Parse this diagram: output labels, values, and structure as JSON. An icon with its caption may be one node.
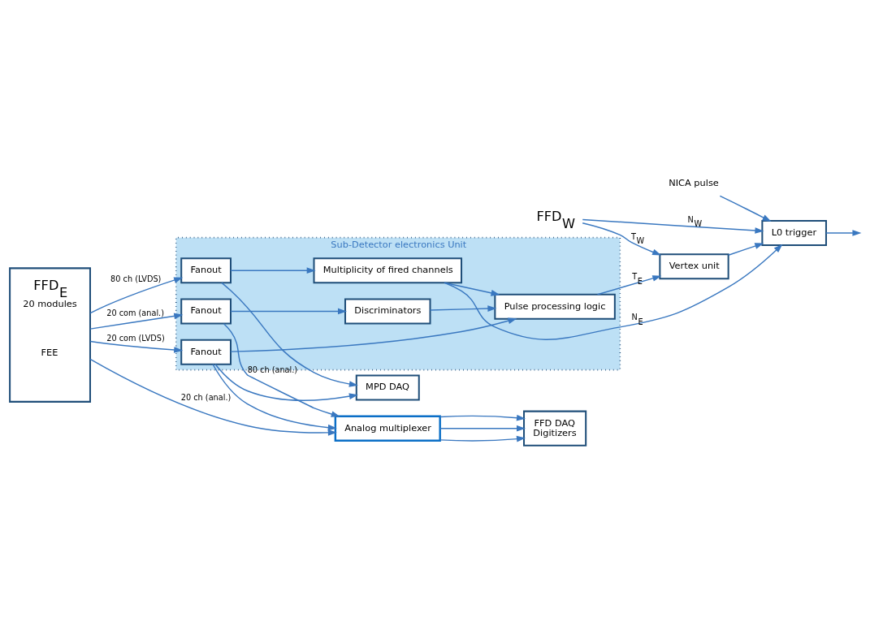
{
  "diagram": {
    "nodes": [
      {
        "text": [
          "Sub-Detector electronics Unit"
        ]
      },
      {
        "text": [
          "FFD$_{E}$",
          "20 modules",
          "FEE"
        ]
      },
      {
        "text": [
          "Fanout"
        ],
        "in": 0
      },
      {
        "text": [
          "Multiplicity of fired channels"
        ],
        "in": 0
      },
      {
        "text": [
          "Fanout"
        ],
        "in": 0
      },
      {
        "text": [
          "Pulse processing logic"
        ],
        "in": 0
      },
      {
        "text": [
          "Fanout"
        ],
        "in": 0
      },
      {
        "text": [
          "Discriminators"
        ],
        "in": 0
      },
      {
        "text": [
          "MPD DAQ"
        ]
      },
      {
        "text": [
          "Analog multiplexer"
        ]
      },
      {
        "text": [
          "Vertex unit"
        ]
      },
      {
        "text": [
          "L0 trigger"
        ]
      },
      {
        "text": [
          "FFD DAQ",
          "Digitizers"
        ]
      },
      {
        "text": [
          "NICA pulse"
        ]
      },
      {
        "text": [
          "FFD$_{W}$"
        ]
      }
    ],
    "edges": [
      {
        "from": 1,
        "to": 2,
        "arrow": "to",
        "label": "80 ch (LVDS)"
      },
      {
        "from": 1,
        "to": 4,
        "arrow": "to",
        "label": "20 com (LVDS)"
      },
      {
        "from": 1,
        "to": 6,
        "arrow": "to",
        "label": "20 com (anal.)"
      },
      {
        "from": 2,
        "to": 3,
        "arrow": "to"
      },
      {
        "from": 2,
        "to": 8,
        "arrow": "to"
      },
      {
        "from": 4,
        "to": 8,
        "arrow": "to"
      },
      {
        "from": 4,
        "to": 5,
        "arrow": "to"
      },
      {
        "from": 6,
        "to": 7,
        "arrow": "to"
      },
      {
        "from": 7,
        "to": 5,
        "arrow": "to"
      },
      {
        "from": 3,
        "to": 5,
        "arrow": "to"
      },
      {
        "from": 3,
        "to": 11,
        "arrow": "to",
        "label": "N$_{E}$"
      },
      {
        "from": 5,
        "to": 10,
        "arrow": "to",
        "label": "T$_{E}$"
      },
      {
        "from": 14,
        "to": 10,
        "arrow": "to",
        "label": "T$_{W}$"
      },
      {
        "from": 14,
        "to": 11,
        "arrow": "to",
        "label": "N$_{W}$"
      },
      {
        "from": 13,
        "to": 11,
        "arrow": "to"
      },
      {
        "from": 10,
        "to": 11,
        "arrow": "to"
      },
      {
        "from": 11,
        "to": null,
        "arrow": "to"
      },
      {
        "from": 4,
        "to": 9,
        "arrow": "to"
      },
      {
        "from": 6,
        "to": 9,
        "arrow": "to",
        "label": "80 ch (anal.)"
      },
      {
        "from": 1,
        "to": 9,
        "arrow": "to",
        "label": "20 ch (anal.)"
      },
      {
        "from": 9,
        "to": 12,
        "arrow": "to"
      },
      {
        "from": 9,
        "to": 12,
        "arrow": "to"
      },
      {
        "from": 9,
        "to": 12,
        "arrow": "to"
      }
    ]
  }
}
